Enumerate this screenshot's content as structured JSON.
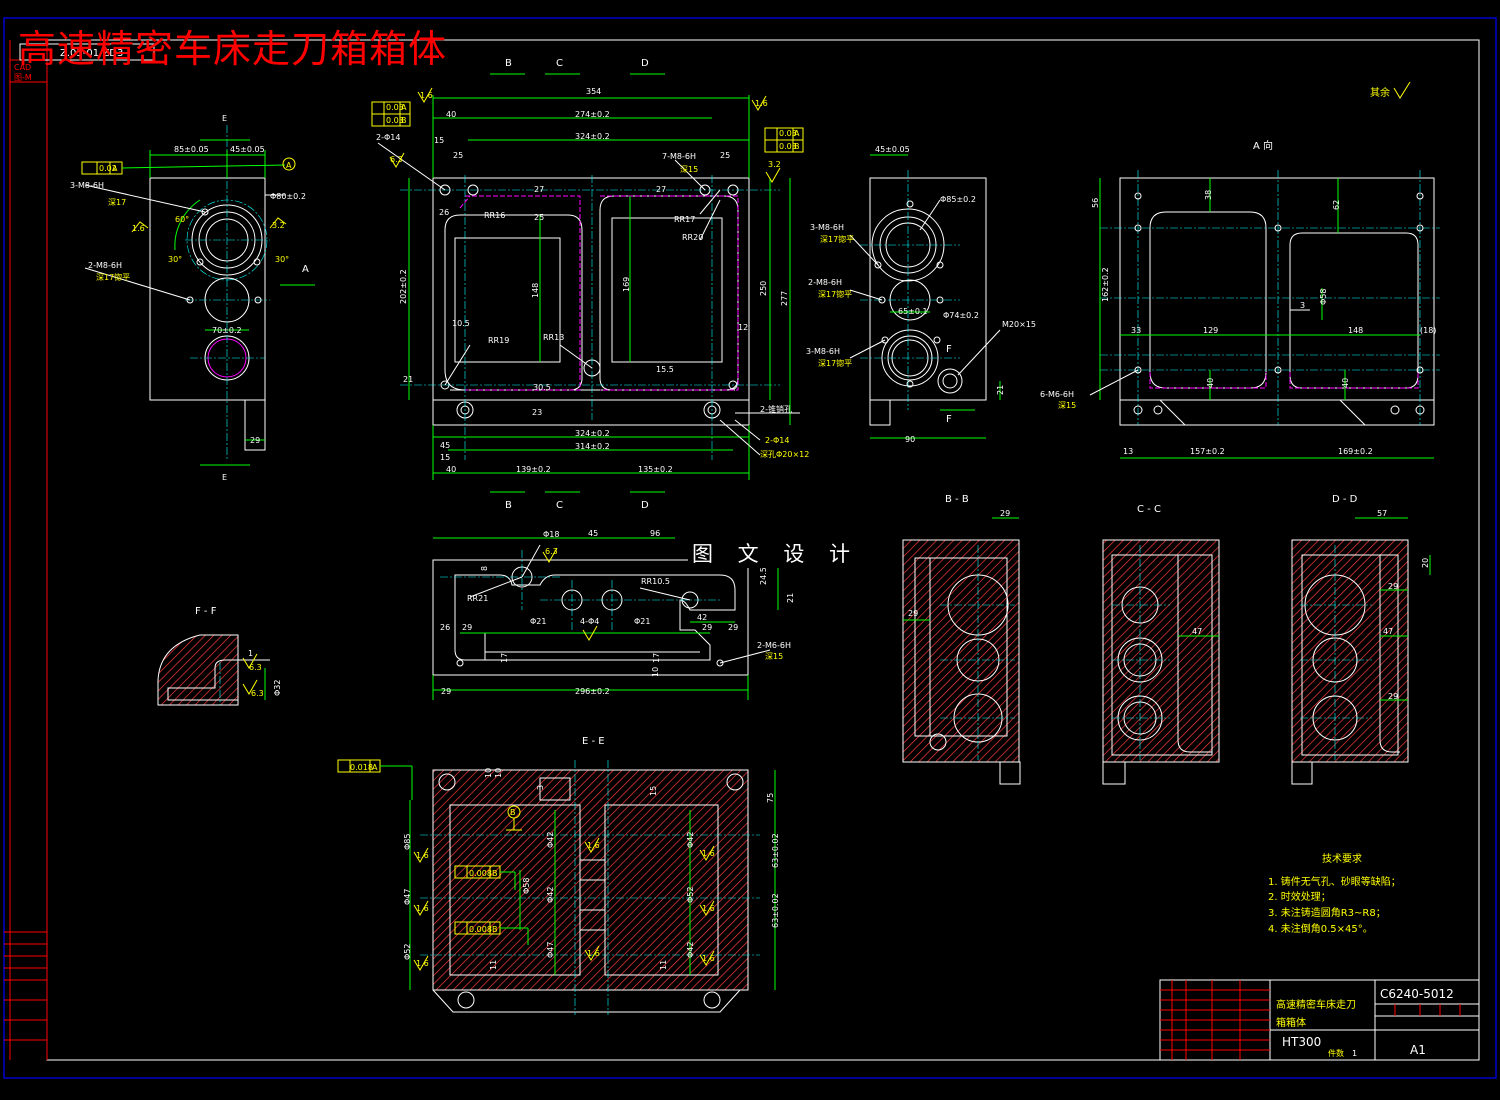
{
  "title": "高速精密车床走刀箱箱体",
  "watermark": "图 文 设 计",
  "top_left_box": "Z.05-01/ZD3",
  "side_labels": [
    "CAD",
    "图-M"
  ],
  "views": {
    "a_view": "A 向",
    "bb": "B - B",
    "cc": "C - C",
    "dd": "D - D",
    "ee": "E - E",
    "ff": "F - F"
  },
  "section_letters": {
    "b": "B",
    "c": "C",
    "d": "D",
    "e": "E",
    "a": "A",
    "f": "F"
  },
  "roughness_note": "其余",
  "tech_requirements": {
    "heading": "技术要求",
    "items": [
      "1. 铸件无气孔、砂眼等缺陷；",
      "2. 时效处理；",
      "3. 未注铸造圆角R3~R8；",
      "4. 未注倒角0.5×45°。"
    ]
  },
  "title_block": {
    "drawing_no": "C6240-5012",
    "part_name_line1": "高速精密车床走刀",
    "part_name_line2": "箱箱体",
    "material": "HT300",
    "qty_label": "件数",
    "qty": "1",
    "sheet": "A1"
  },
  "front_dims": {
    "d354": "354",
    "d40a": "40",
    "d274": "274±0.2",
    "d324a": "324±0.2",
    "d15": "15",
    "d25a": "25",
    "d25b": "25",
    "hole2": "2-Φ14",
    "r63": "6.3",
    "m8": "7-M8-6H",
    "deep15": "深15",
    "r32": "3.2",
    "rr16": "RR16",
    "rr17": "RR17",
    "rr20": "RR20",
    "rr13": "RR13",
    "rr19": "RR19",
    "d202": "202±0.2",
    "d148": "148",
    "d169": "169",
    "d250": "250",
    "d277": "277",
    "d105": "10.5",
    "d12": "12",
    "d21": "21",
    "d26": "26",
    "d27a": "27",
    "d27b": "27",
    "d25c": "25",
    "d305": "30.5",
    "d155": "15.5",
    "d23": "23",
    "d324b": "324±0.2",
    "d314": "314±0.2",
    "d139": "139±0.2",
    "d135": "135±0.2",
    "d40b": "40",
    "d15b": "15",
    "d45": "45",
    "note1": "2-锥销孔",
    "note2": "2-Φ14",
    "note3": "深孔Φ20×12",
    "tol1": "0.03",
    "tol2": "0.03",
    "datumA": "A",
    "datumB": "B",
    "r16": "1.6"
  },
  "left_dims": {
    "d85": "85±0.05",
    "d45": "45±0.05",
    "tol": "0.02",
    "m8": "3-M8-6H",
    "deep17": "深17",
    "d80": "Φ80±0.2",
    "a60": "60°",
    "a30a": "30°",
    "a30b": "30°",
    "m8b": "2-M8-6H",
    "deep17b": "深17锪平",
    "d70": "70±0.2",
    "d29": "29",
    "r16": "1.6",
    "r3": "3.2"
  },
  "right_dims": {
    "d45": "45±0.05",
    "d85": "Φ85±0.2",
    "m8a": "3-M8-6H",
    "deep": "深17锪平",
    "m8b": "2-M8-6H",
    "deep2": "深17锪平",
    "d65": "65±0.1",
    "d74": "Φ74±0.2",
    "m20": "M20×15",
    "m8c": "3-M8-6H",
    "deep3": "深17锪平",
    "d21": "21",
    "d90": "90"
  },
  "a_dims": {
    "d56": "56",
    "d38": "38",
    "d62": "62",
    "d162": "162±0.2",
    "d3": "3",
    "d58": "Φ58",
    "d33": "33",
    "d129": "129",
    "d148": "148",
    "d18": "(18)",
    "d40a": "40",
    "d40b": "40",
    "m6": "6-M6-6H",
    "deep15": "深15",
    "d13": "13",
    "d157": "157±0.2",
    "d169": "169±0.2"
  },
  "mid_dims": {
    "d18": "Φ18",
    "r63": "6.3",
    "d45": "45",
    "d96": "96",
    "rr21": "RR21",
    "rr105": "RR10.5",
    "d245": "24.5",
    "d21": "21",
    "d42": "42",
    "d26": "26",
    "d29a": "29",
    "d29b": "29",
    "d29c": "29",
    "p21a": "Φ21",
    "p21b": "Φ21",
    "p4": "4-Φ4",
    "d17a": "17",
    "d17b": "17",
    "d10": "10",
    "d29d": "29",
    "d296": "296±0.2",
    "m6": "2-M6-6H",
    "deep15": "深15",
    "d8": "8"
  },
  "section_dims": {
    "bb29a": "29",
    "bb29b": "29",
    "cc47": "47",
    "dd57": "57",
    "dd20": "20",
    "dd29a": "29",
    "dd47": "47",
    "dd29b": "29",
    "ff1": "1",
    "ff63a": "6.3",
    "ff63b": "6.3",
    "ff32": "Φ32"
  },
  "ee_dims": {
    "tol018": "0.018",
    "datumA": "A",
    "datumB": "B",
    "tolB1": "0.008",
    "tolB2": "0.008",
    "p85": "Φ85",
    "p47": "Φ47",
    "p52": "Φ52",
    "p42a": "Φ42",
    "p58": "Φ58",
    "p42b": "Φ42",
    "p47b": "Φ47",
    "p42c": "Φ42",
    "p52b": "Φ52",
    "p42d": "Φ42",
    "d75": "75",
    "d63a": "63±0.02",
    "d63b": "63±0.02",
    "d10": "10",
    "d10b": "10",
    "d15": "15",
    "d3": "3",
    "d11a": "11",
    "d11b": "11",
    "r16": "1.6"
  }
}
